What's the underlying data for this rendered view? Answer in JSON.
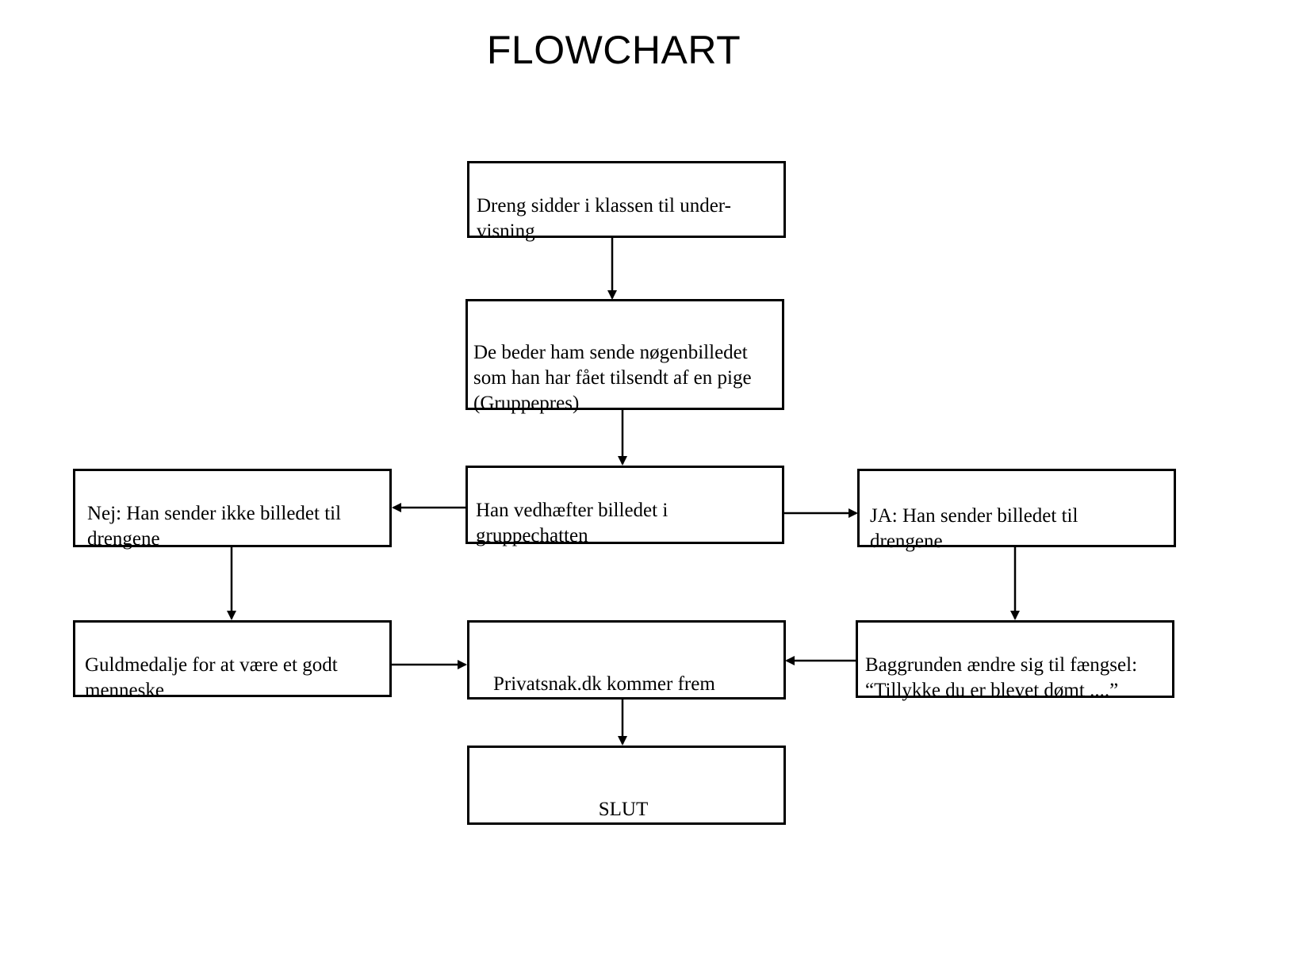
{
  "title": "FLOWCHART",
  "nodes": {
    "start": {
      "label": "Dreng sidder i klassen til under-\nvisning"
    },
    "request": {
      "label": "De beder ham sende nøgenbilledet\nsom han har fået tilsendt af en pige\n(Gruppepres)"
    },
    "attach": {
      "label": "Han vedhæfter billedet i\ngruppechatten"
    },
    "no": {
      "label": "Nej: Han sender ikke billedet til\ndrengene"
    },
    "yes": {
      "label": "JA: Han sender billedet til\ndrengene"
    },
    "medal": {
      "label": "Guldmedalje for at være et godt\nmenneske"
    },
    "privatsnak": {
      "label": "Privatsnak.dk kommer frem"
    },
    "prison": {
      "label": "Baggrunden ændre sig til fængsel:\n“Tillykke du er blevet dømt ....”"
    },
    "end": {
      "label": "SLUT"
    }
  },
  "edges": [
    {
      "from": "start",
      "to": "request"
    },
    {
      "from": "request",
      "to": "attach"
    },
    {
      "from": "attach",
      "to": "no"
    },
    {
      "from": "attach",
      "to": "yes"
    },
    {
      "from": "no",
      "to": "medal"
    },
    {
      "from": "yes",
      "to": "prison"
    },
    {
      "from": "medal",
      "to": "privatsnak"
    },
    {
      "from": "prison",
      "to": "privatsnak"
    },
    {
      "from": "privatsnak",
      "to": "end"
    }
  ],
  "colors": {
    "stroke": "#000000",
    "background": "#ffffff",
    "text": "#000000"
  }
}
